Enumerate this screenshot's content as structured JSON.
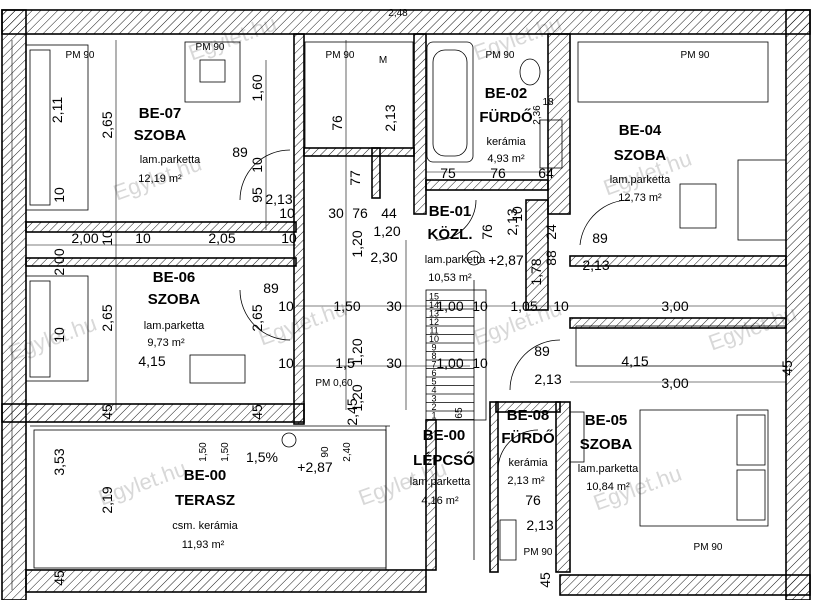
{
  "rooms": {
    "be07": {
      "code": "BE-07",
      "name": "SZOBA",
      "floor": "lam.parketta",
      "area": "12,19 m²"
    },
    "be06": {
      "code": "BE-06",
      "name": "SZOBA",
      "floor": "lam.parketta",
      "area": "9,73 m²"
    },
    "be02": {
      "code": "BE-02",
      "name": "FÜRDŐ",
      "floor": "kerámia",
      "area": "4,93 m²"
    },
    "be04": {
      "code": "BE-04",
      "name": "SZOBA",
      "floor": "lam.parketta",
      "area": "12,73 m²"
    },
    "be01": {
      "code": "BE-01",
      "name": "KÖZL.",
      "floor": "lam.parketta",
      "area": "10,53 m²"
    },
    "be08": {
      "code": "BE-08",
      "name": "FÜRDŐ",
      "floor": "kerámia",
      "area": "2,13 m²"
    },
    "be05": {
      "code": "BE-05",
      "name": "SZOBA",
      "floor": "lam.parketta",
      "area": "10,84 m²"
    },
    "be00t": {
      "code": "BE-00",
      "name": "TERASZ",
      "floor": "csm. kerámia",
      "area": "11,93 m²"
    },
    "be00l": {
      "code": "BE-00",
      "name": "LÉPCSŐ",
      "floor": "lam.parketta",
      "area": "4,16 m²"
    }
  },
  "labels": {
    "pm90": "PM 90",
    "pm060": "PM 0,60",
    "m": "M",
    "slope": "1,5%",
    "level_terrace": "+2,87",
    "level_hall": "+2,87",
    "top_dim": "2,48"
  },
  "dims": {
    "d211": "2,11",
    "d265a": "2,65",
    "d10a": "10",
    "d200a": "2,00",
    "d10b": "10",
    "d10c": "10",
    "d205": "2,05",
    "d10d": "10",
    "d200b": "2,00",
    "d265b": "2,65",
    "d10e": "10",
    "d415a": "4,15",
    "d45a": "45",
    "d353": "3,53",
    "d219": "2,19",
    "d45b": "45",
    "d160": "1,60",
    "d89a": "89",
    "d10f": "10",
    "d95": "95",
    "d213a": "2,13",
    "d10g": "10",
    "d76a": "76",
    "d213b": "2,13",
    "d77": "77",
    "d30a": "30",
    "d76b": "76",
    "d44": "44",
    "d120a": "1,20",
    "d120b": "1,20",
    "d230": "2,30",
    "d89b": "89",
    "d265c": "2,65",
    "d10h": "10",
    "d150a": "1,50",
    "d30b": "30",
    "d100a": "1,00",
    "d10i": "10",
    "d105": "1,05",
    "d10j": "10",
    "d120c": "1,20",
    "d10k": "10",
    "d30c": "30",
    "d100b": "1,00",
    "d10l": "10",
    "d15": "1,5",
    "d120d": "1,20",
    "d45c": "45",
    "d245": "2,45",
    "d150b": "1,50",
    "d150c": "1,50",
    "d90": "90",
    "d240": "2,40",
    "d75": "75",
    "d76c": "76",
    "d64": "64",
    "d236": "2,36",
    "d18": "18",
    "d10m": "10",
    "d76d": "76",
    "d213c": "2,13",
    "d24": "24",
    "d88": "88",
    "d178": "1,78",
    "d89c": "89",
    "d213d": "2,13",
    "d300a": "3,00",
    "d89d": "89",
    "d415b": "4,15",
    "d213e": "2,13",
    "d300b": "3,00",
    "d45d": "45",
    "d76e": "76",
    "d213f": "2,13",
    "d65": "65",
    "d45e": "45"
  },
  "stairs": {
    "steps": [
      "15",
      "14",
      "13",
      "12",
      "11",
      "10",
      "9",
      "8",
      "7",
      "6",
      "5",
      "4",
      "3",
      "2",
      "1"
    ]
  },
  "watermark": {
    "text": "Egylet.hu"
  },
  "colors": {
    "line": "#000000",
    "hatch": "#000000",
    "watermark": "#d8d8d8"
  }
}
